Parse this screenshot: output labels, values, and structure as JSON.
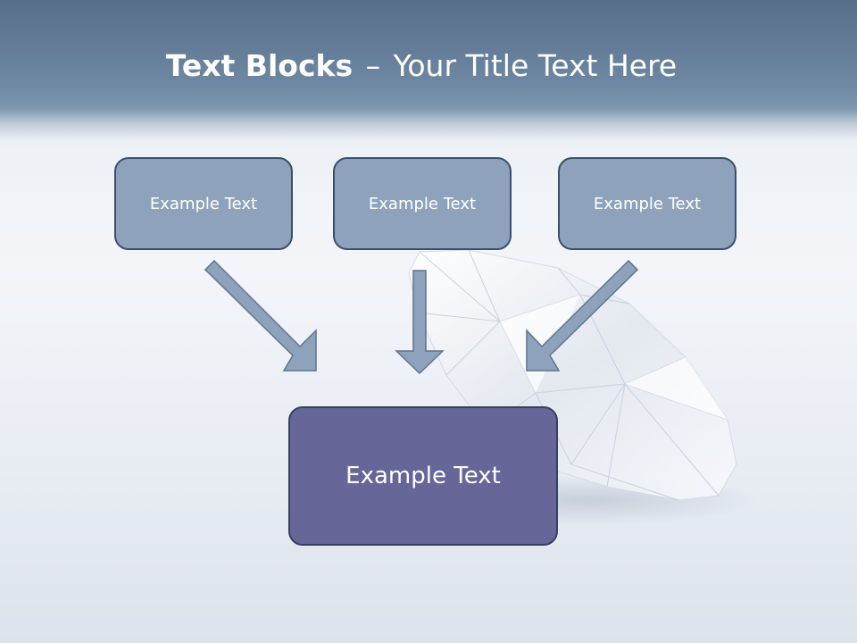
{
  "title": {
    "bold": "Text Blocks",
    "separator": "–",
    "rest": "Your Title Text Here"
  },
  "boxes": {
    "top": [
      "Example Text",
      "Example Text",
      "Example Text"
    ],
    "bottom": "Example Text"
  },
  "colors": {
    "top_box_fill": "#8ea3bb",
    "bottom_box_fill": "#676699",
    "box_border": "#3b4f6b",
    "arrow_fill": "#8ea3bb",
    "header_band": "#6e87a2"
  },
  "decoration": {
    "background_image": "diamond-gem"
  }
}
